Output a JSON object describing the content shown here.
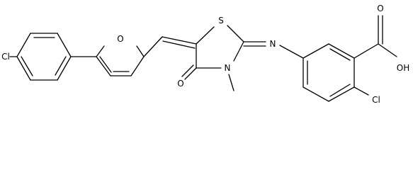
{
  "molecule": {
    "atoms": {
      "cl_left": "Cl",
      "o_furan": "O",
      "s_ring": "S",
      "o_carbonyl": "O",
      "n_ring": "N",
      "n_imine": "N",
      "o_acid_double": "O",
      "oh_acid": "OH",
      "cl_right": "Cl"
    }
  }
}
